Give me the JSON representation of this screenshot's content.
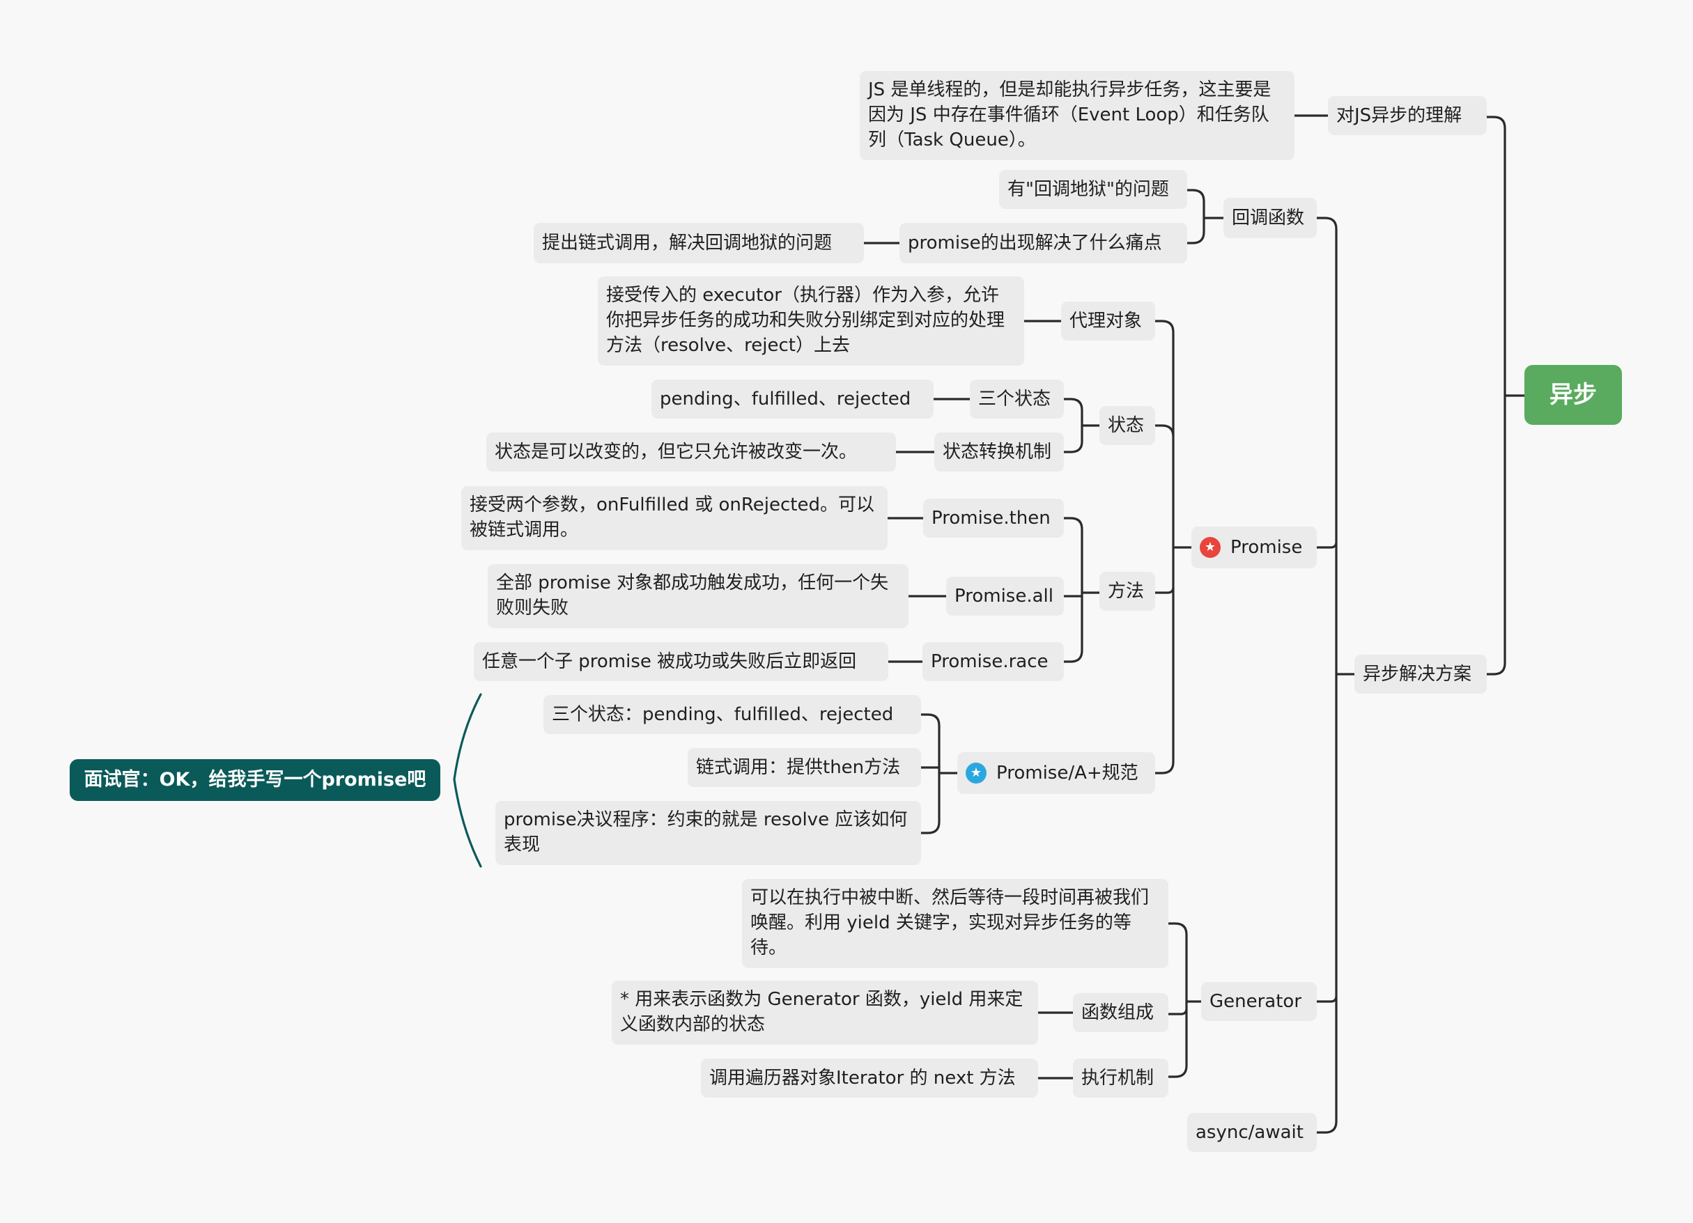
{
  "colors": {
    "background": "#f8f8f8",
    "root": "#5aab5f",
    "node": "#ebebeb",
    "floating_topic": "#0b5a5a",
    "marker_red": "#e8453c",
    "marker_blue": "#2ba7e0",
    "line": "#2b2b2b"
  },
  "root": {
    "label": "异步"
  },
  "floating_topic": {
    "label": "面试官：OK，给我手写一个promise吧"
  },
  "branches": {
    "js_async": {
      "label": "对JS异步的理解",
      "desc": "JS 是单线程的，但是却能执行异步任务，这主要是因为 JS 中存在事件循环（Event Loop）和任务队列（Task Queue）。"
    },
    "solutions": {
      "label": "异步解决方案",
      "callback": {
        "label": "回调函数",
        "hell": "有\"回调地狱\"的问题",
        "promise_pain": "promise的出现解决了什么痛点",
        "promise_pain_desc": "提出链式调用，解决回调地狱的问题"
      },
      "promise": {
        "label": "Promise",
        "marker_icon": "star-badge-icon",
        "proxy": "代理对象",
        "proxy_desc": "接受传入的 executor（执行器）作为入参，允许你把异步任务的成功和失败分别绑定到对应的处理方法（resolve、reject）上去",
        "state": "状态",
        "three_states": "三个状态",
        "three_states_desc": "pending、fulfilled、rejected",
        "transition": "状态转换机制",
        "transition_desc": "状态是可以改变的，但它只允许被改变一次。",
        "methods": "方法",
        "then": "Promise.then",
        "then_desc": "接受两个参数，onFulfilled 或 onRejected。可以被链式调用。",
        "all": "Promise.all",
        "all_desc": "全部 promise 对象都成功触发成功，任何一个失败则失败",
        "race": "Promise.race",
        "race_desc": "任意一个子 promise 被成功或失败后立即返回"
      },
      "aplus": {
        "label": "Promise/A+规范",
        "marker_icon": "star-badge-icon",
        "states": "三个状态：pending、fulfilled、rejected",
        "chain": "链式调用：提供then方法",
        "resolution": "promise决议程序：约束的就是 resolve 应该如何表现"
      },
      "generator": {
        "label": "Generator",
        "desc": "可以在执行中被中断、然后等待一段时间再被我们唤醒。利用 yield 关键字，实现对异步任务的等待。",
        "composition": "函数组成",
        "composition_desc": "* 用来表示函数为 Generator 函数，yield 用来定义函数内部的状态",
        "mechanism": "执行机制",
        "mechanism_desc": "调用遍历器对象Iterator 的 next 方法"
      },
      "async_await": {
        "label": "async/await"
      }
    }
  }
}
